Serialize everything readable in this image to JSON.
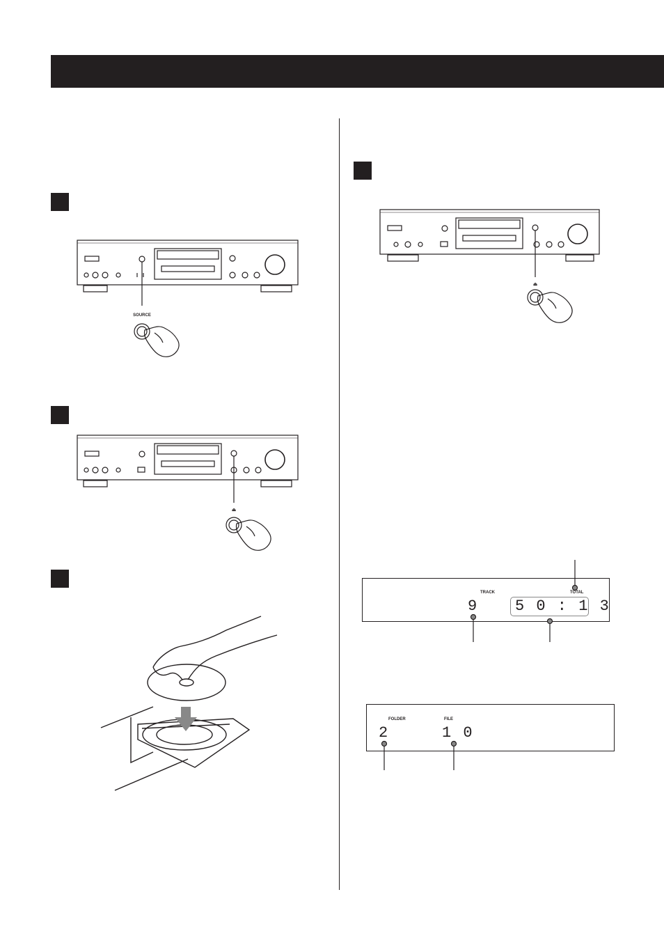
{
  "header": {
    "title_bar": ""
  },
  "steps": {
    "step1": {
      "number": "",
      "button_label": "SOURCE"
    },
    "step2": {
      "number": "",
      "button_label": "⏏"
    },
    "step3": {
      "number": ""
    },
    "step4": {
      "number": "",
      "button_label": "⏏"
    }
  },
  "display_cd": {
    "track_label": "TRACK",
    "total_label": "TOTAL",
    "track_number": "9",
    "time": "5 0 : 1 3"
  },
  "display_file": {
    "folder_label": "FOLDER",
    "file_label": "FILE",
    "folder_number": "2",
    "file_number": "1 0"
  }
}
